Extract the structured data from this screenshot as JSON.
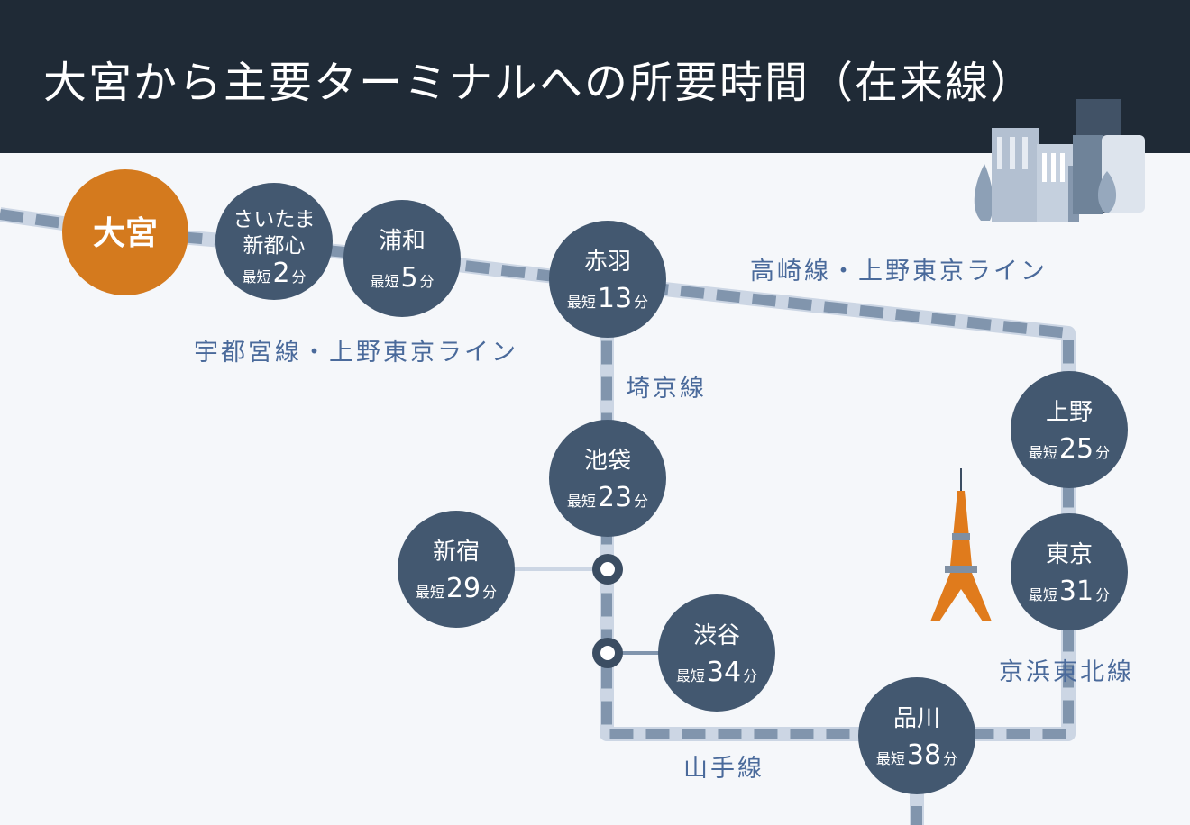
{
  "title": "大宮から主要ターミナルへの所要時間（在来線）",
  "colors": {
    "header_bg": "#1f2a36",
    "station_fill": "#435870",
    "origin_fill": "#d47a1e",
    "line_label": "#4a6a9b",
    "track_light": "#ccd6e4",
    "track_dark": "#8195ad",
    "tower": "#e07b1c"
  },
  "origin": {
    "name": "大宮"
  },
  "stations": {
    "saitama": {
      "name_line1": "さいたま",
      "name_line2": "新都心",
      "prefix": "最短",
      "minutes": "2",
      "unit": "分"
    },
    "urawa": {
      "name": "浦和",
      "prefix": "最短",
      "minutes": "5",
      "unit": "分"
    },
    "akabane": {
      "name": "赤羽",
      "prefix": "最短",
      "minutes": "13",
      "unit": "分"
    },
    "ikebukuro": {
      "name": "池袋",
      "prefix": "最短",
      "minutes": "23",
      "unit": "分"
    },
    "shinjuku": {
      "name": "新宿",
      "prefix": "最短",
      "minutes": "29",
      "unit": "分"
    },
    "shibuya": {
      "name": "渋谷",
      "prefix": "最短",
      "minutes": "34",
      "unit": "分"
    },
    "shinagawa": {
      "name": "品川",
      "prefix": "最短",
      "minutes": "38",
      "unit": "分"
    },
    "tokyo": {
      "name": "東京",
      "prefix": "最短",
      "minutes": "31",
      "unit": "分"
    },
    "ueno": {
      "name": "上野",
      "prefix": "最短",
      "minutes": "25",
      "unit": "分"
    }
  },
  "lines": {
    "utsunomiya": "宇都宮線・上野東京ライン",
    "takasaki": "高崎線・上野東京ライン",
    "saikyo": "埼京線",
    "yamanote": "山手線",
    "keihin": "京浜東北線"
  },
  "icons": [
    "building-skyline-icon",
    "tokyo-tower-icon",
    "transfer-node-icon"
  ]
}
